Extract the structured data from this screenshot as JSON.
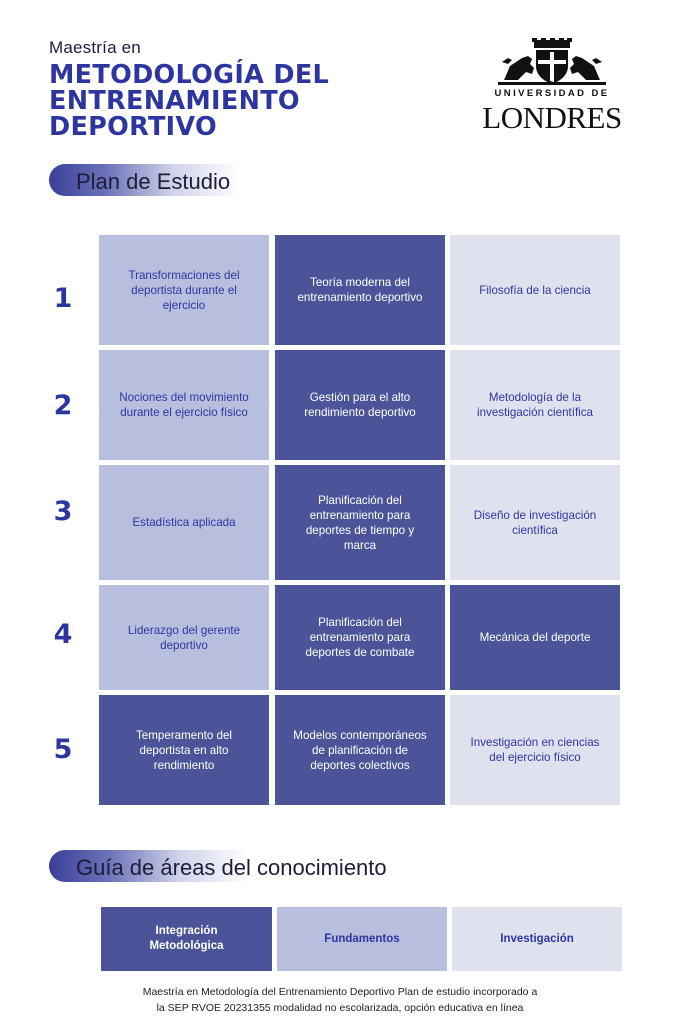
{
  "header": {
    "pre_title": "Maestría en",
    "title_line1": "METODOLOGÍA DEL",
    "title_line2": "ENTRENAMIENTO",
    "title_line3": "DEPORTIVO"
  },
  "logo": {
    "university": "UNIVERSIDAD DE",
    "name": "LONDRES"
  },
  "plan": {
    "title": "Plan de Estudio",
    "rows": [
      {
        "number": "1",
        "cells": [
          "Transformaciones del deportista durante el ejercicio",
          "Teoría moderna del entrenamiento deportivo",
          "Filosofía de la ciencia"
        ]
      },
      {
        "number": "2",
        "cells": [
          "Nociones del movimiento durante el ejercicio físico",
          "Gestión para el alto rendimiento deportivo",
          "Metodología de la investigación científica"
        ]
      },
      {
        "number": "3",
        "cells": [
          "Estadística aplicada",
          "Planificación del entrenamiento para deportes de tiempo y marca",
          "Diseño de investigación científica"
        ]
      },
      {
        "number": "4",
        "cells": [
          "Liderazgo del gerente deportivo",
          "Planificación del entrenamiento para deportes de combate",
          "Mecánica del deporte"
        ]
      },
      {
        "number": "5",
        "cells": [
          "Temperamento del deportista en alto rendimiento",
          "Modelos contemporáneos de planificación de deportes colectivos",
          "Investigación en ciencias del ejercicio físico"
        ]
      }
    ]
  },
  "guide": {
    "title": "Guía de áreas del conocimiento",
    "items": [
      "Integración Metodológica",
      "Fundamentos",
      "Investigación"
    ]
  },
  "footer": {
    "line1": "Maestría en Metodología del Entrenamiento Deportivo Plan de estudio incorporado a",
    "line2": "la SEP RVOE 20231355  modalidad no escolarizada, opción educativa en línea"
  },
  "colors": {
    "primary": "#2d36a0",
    "dark": "#4b5399",
    "mid": "#b8bedd",
    "light": "#dfe1ef"
  }
}
